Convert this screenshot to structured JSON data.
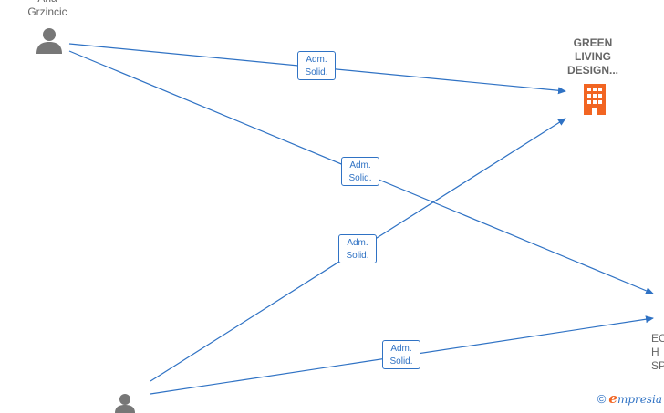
{
  "persons": [
    {
      "label": "Ana\nGrzincic"
    },
    {
      "label": ""
    }
  ],
  "companies": [
    {
      "label": "GREEN\nLIVING\nDESIGN..."
    },
    {
      "label": "EC\nH\nSP"
    }
  ],
  "relations": [
    {
      "label": "Adm.\nSolid."
    },
    {
      "label": "Adm.\nSolid."
    },
    {
      "label": "Adm.\nSolid."
    },
    {
      "label": "Adm.\nSolid."
    }
  ],
  "footer": {
    "copyright": "©",
    "brand_e": "e",
    "brand_rest": "mpresia"
  },
  "colors": {
    "edge": "#2f72c4",
    "person_icon": "#777777",
    "company_icon": "#f26522"
  },
  "icons": {
    "person": "person-icon",
    "company": "building-icon"
  }
}
